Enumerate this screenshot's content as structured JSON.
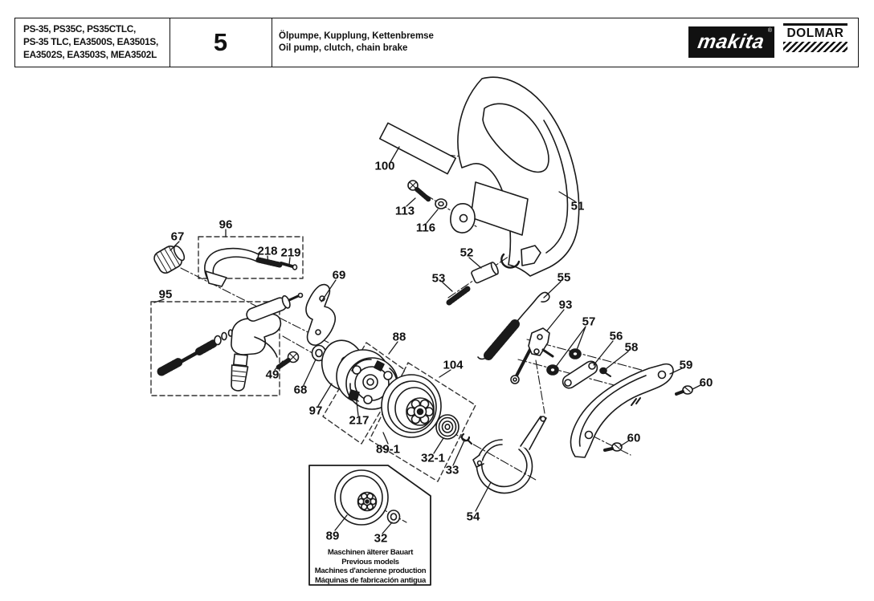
{
  "header": {
    "models_line1": "PS-35, PS35C, PS35CTLC,",
    "models_line2": "PS-35 TLC, EA3500S, EA3501S,",
    "models_line3": "EA3502S, EA3503S, MEA3502L",
    "page_number": "5",
    "title_de": "Ölpumpe, Kupplung, Kettenbremse",
    "title_en": "Oil pump, clutch, chain brake",
    "brand_primary": "makita",
    "brand_primary_registered": "®",
    "brand_secondary": "DOLMAR"
  },
  "colors": {
    "ink": "#1a1a1a",
    "paper": "#ffffff",
    "brand_bg": "#111111",
    "brand_fg": "#ffffff"
  },
  "diagram": {
    "callouts": [
      {
        "id": "100",
        "label": "100"
      },
      {
        "id": "113",
        "label": "113"
      },
      {
        "id": "116",
        "label": "116"
      },
      {
        "id": "51",
        "label": "51"
      },
      {
        "id": "52",
        "label": "52"
      },
      {
        "id": "53",
        "label": "53"
      },
      {
        "id": "55",
        "label": "55"
      },
      {
        "id": "93",
        "label": "93"
      },
      {
        "id": "57",
        "label": "57"
      },
      {
        "id": "56",
        "label": "56"
      },
      {
        "id": "58",
        "label": "58"
      },
      {
        "id": "59",
        "label": "59"
      },
      {
        "id": "60-upper",
        "label": "60"
      },
      {
        "id": "60-lower",
        "label": "60"
      },
      {
        "id": "67",
        "label": "67"
      },
      {
        "id": "96",
        "label": "96"
      },
      {
        "id": "218",
        "label": "218"
      },
      {
        "id": "219",
        "label": "219"
      },
      {
        "id": "69",
        "label": "69"
      },
      {
        "id": "95",
        "label": "95"
      },
      {
        "id": "49",
        "label": "49"
      },
      {
        "id": "68",
        "label": "68"
      },
      {
        "id": "97",
        "label": "97"
      },
      {
        "id": "88",
        "label": "88"
      },
      {
        "id": "217",
        "label": "217"
      },
      {
        "id": "104",
        "label": "104"
      },
      {
        "id": "89-1",
        "label": "89-1"
      },
      {
        "id": "32-1",
        "label": "32-1"
      },
      {
        "id": "33",
        "label": "33"
      },
      {
        "id": "54",
        "label": "54"
      },
      {
        "id": "89",
        "label": "89"
      },
      {
        "id": "32",
        "label": "32"
      }
    ],
    "previous_models_note": {
      "line1": "Maschinen älterer Bauart",
      "line2": "Previous models",
      "line3": "Machines d'ancienne production",
      "line4": "Máquinas de fabricación antigua"
    }
  }
}
